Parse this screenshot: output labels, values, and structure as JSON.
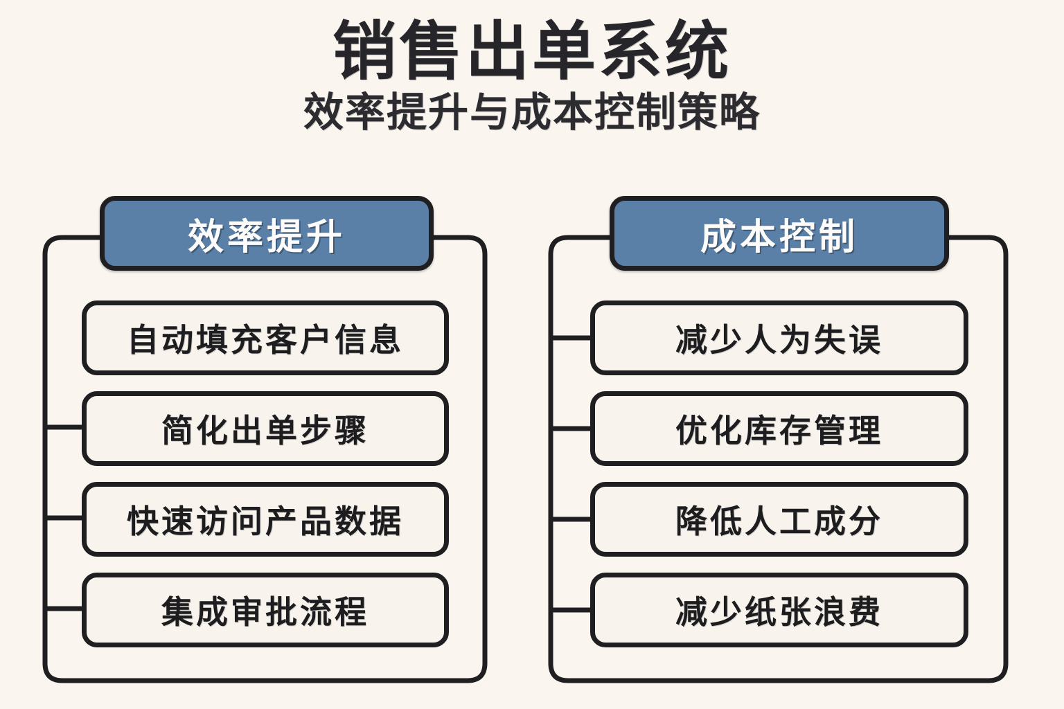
{
  "header": {
    "title": "销售出单系统",
    "subtitle": "效率提升与成本控制策略"
  },
  "colors": {
    "background": "#faf5ef",
    "group_header_fill": "#5a80a8",
    "group_header_text": "#fdfcfa",
    "outline": "#1f1f22",
    "card_fill": "#f8f4ed",
    "card_text": "#1d1d20"
  },
  "groups": [
    {
      "id": "efficiency",
      "title": "效率提升",
      "items": [
        {
          "label": "自动填充客户信息"
        },
        {
          "label": "简化出单步骤"
        },
        {
          "label": "快速访问产品数据"
        },
        {
          "label": "集成审批流程"
        }
      ]
    },
    {
      "id": "cost-control",
      "title": "成本控制",
      "items": [
        {
          "label": "减少人为失误"
        },
        {
          "label": "优化库存管理"
        },
        {
          "label": "降低人工成分"
        },
        {
          "label": "减少纸张浪费"
        }
      ]
    }
  ]
}
